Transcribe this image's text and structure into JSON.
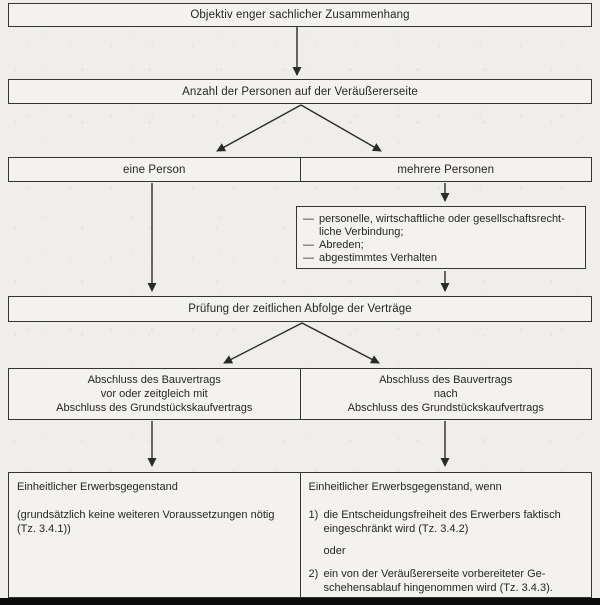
{
  "palette": {
    "paper": "#efeeea",
    "box_fill": "#f3f2ee",
    "ink": "#262626",
    "border": "#343434",
    "scan_bar": "#0b0b0b"
  },
  "flowchart": {
    "title_box": {
      "label": "Objektiv enger sachlicher Zusammenhang"
    },
    "persons_box": {
      "label": "Anzahl der Personen auf der Veräußererseite"
    },
    "persons_split": {
      "left": {
        "label": "eine Person"
      },
      "right": {
        "label": "mehrere Personen"
      }
    },
    "connection_box": {
      "lines": [
        {
          "bullet": "—",
          "text": "personelle, wirtschaftliche oder gesellschaftsrecht-"
        },
        {
          "bullet": "",
          "text": "liche Verbindung;"
        },
        {
          "bullet": "—",
          "text": "Abreden;"
        },
        {
          "bullet": "—",
          "text": "abgestimmtes Verhalten"
        }
      ]
    },
    "sequence_box": {
      "label": "Prüfung der zeitlichen Abfolge der Verträge"
    },
    "contract_split": {
      "left": {
        "lines": [
          "Abschluss des Bauvertrags",
          "vor oder zeitgleich mit",
          "Abschluss des Grundstückskaufvertrags"
        ]
      },
      "right": {
        "lines": [
          "Abschluss des Bauvertrags",
          "nach",
          "Abschluss des Grundstückskaufvertrags"
        ]
      }
    },
    "result_split": {
      "left": {
        "title": "Einheitlicher Erwerbsgegenstand",
        "note_line1": "(grundsätzlich keine weiteren Voraussetzungen nötig",
        "note_line2": "(Tz. 3.4.1))"
      },
      "right": {
        "title": "Einheitlicher Erwerbsgegenstand, wenn",
        "item1": {
          "marker": "1)",
          "line1": "die Entscheidungsfreiheit des Erwerbers faktisch",
          "line2": "eingeschränkt wird (Tz. 3.4.2)"
        },
        "connector": "oder",
        "item2": {
          "marker": "2)",
          "line1": "ein von der Veräußererseite vorbereiteter Ge-",
          "line2": "schehensablauf hingenommen wird (Tz. 3.4.3)."
        }
      }
    }
  }
}
